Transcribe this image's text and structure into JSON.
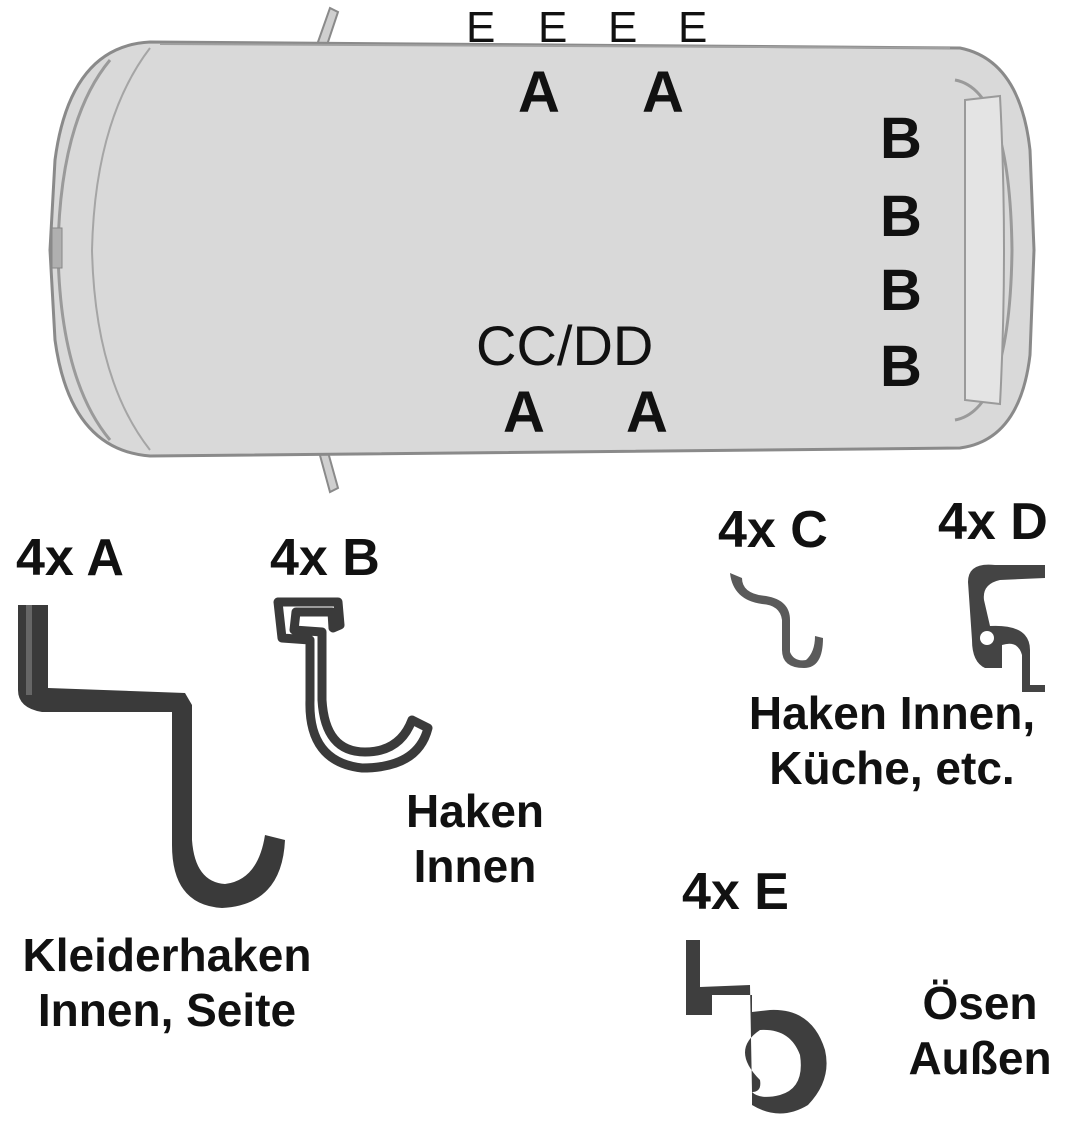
{
  "van": {
    "top_e_labels": [
      "E",
      "E",
      "E",
      "E"
    ],
    "top_a_labels": [
      "A",
      "A"
    ],
    "rear_b_labels": [
      "B",
      "B",
      "B",
      "B"
    ],
    "side_label": "CC/DD",
    "bottom_a_labels": [
      "A",
      "A"
    ]
  },
  "parts": {
    "a": {
      "count": "4x A",
      "description": [
        "Kleiderhaken",
        "Innen, Seite"
      ]
    },
    "b": {
      "count": "4x B",
      "description": [
        "Haken",
        "Innen"
      ]
    },
    "c": {
      "count": "4x C"
    },
    "d": {
      "count": "4x D"
    },
    "cd_description": [
      "Haken Innen,",
      "Küche, etc."
    ],
    "e": {
      "count": "4x E",
      "description": [
        "Ösen",
        "Außen"
      ]
    }
  },
  "colors": {
    "van_fill": "#d9d9d9",
    "van_outline": "#8a8a8a",
    "hook_fill": "#3a3a3a",
    "text": "#111111"
  }
}
